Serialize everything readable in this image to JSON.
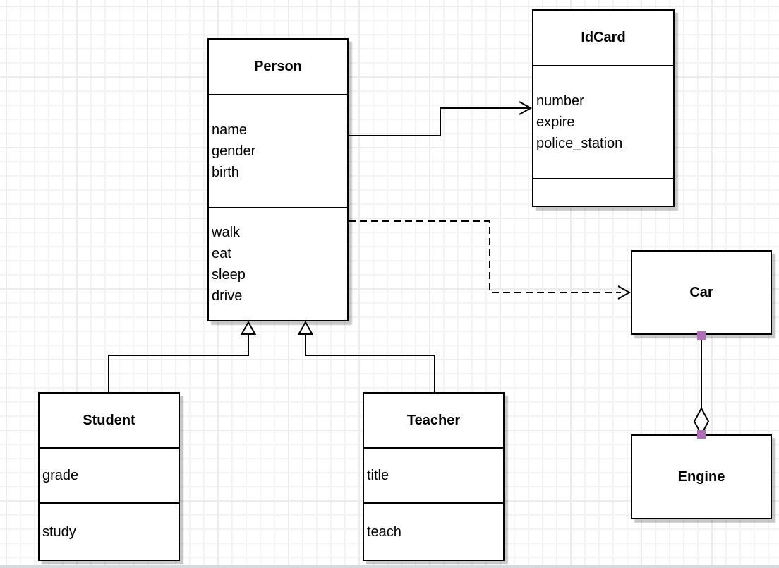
{
  "diagram": {
    "classes": [
      {
        "title": "Person",
        "attributes": [
          "name",
          "gender",
          "birth"
        ],
        "methods": [
          "walk",
          "eat",
          "sleep",
          "drive"
        ]
      },
      {
        "title": "IdCard",
        "attributes": [
          "number",
          "expire",
          "police_station"
        ],
        "methods": []
      },
      {
        "title": "Car",
        "attributes": [],
        "methods": []
      },
      {
        "title": "Engine",
        "attributes": [],
        "methods": []
      },
      {
        "title": "Student",
        "attributes": [
          "grade"
        ],
        "methods": [
          "study"
        ]
      },
      {
        "title": "Teacher",
        "attributes": [
          "title"
        ],
        "methods": [
          "teach"
        ]
      }
    ],
    "relationships": [
      {
        "from": "Person",
        "to": "IdCard",
        "type": "directed-association",
        "line": "solid",
        "arrowhead": "open-arrow"
      },
      {
        "from": "Person",
        "to": "Car",
        "type": "dependency",
        "line": "dashed",
        "arrowhead": "open-arrow"
      },
      {
        "from": "Student",
        "to": "Person",
        "type": "generalization",
        "line": "solid",
        "arrowhead": "hollow-triangle"
      },
      {
        "from": "Teacher",
        "to": "Person",
        "type": "generalization",
        "line": "solid",
        "arrowhead": "hollow-triangle"
      },
      {
        "from": "Car",
        "to": "Engine",
        "type": "aggregation",
        "line": "solid",
        "arrowhead": "hollow-diamond",
        "endpoints": "square-handles"
      }
    ],
    "colors": {
      "shape_fill": "#ffffff",
      "shape_stroke": "#000000",
      "endpoint_handle": "#b26db8",
      "grid_line": "#f3f3f3",
      "grid_line_major": "#ececec",
      "canvas_bg": "#ffffff",
      "bottom_edge": "#d6dade"
    }
  }
}
